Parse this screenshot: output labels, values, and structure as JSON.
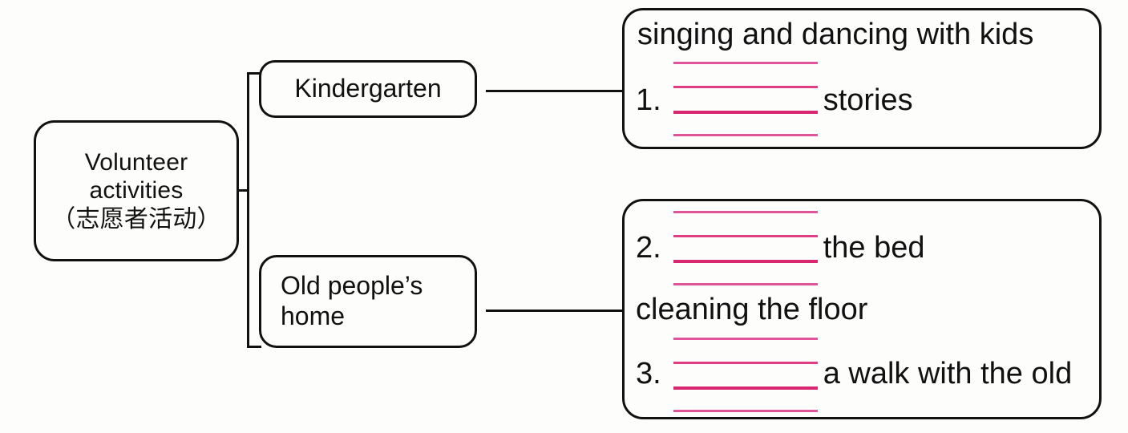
{
  "diagram": {
    "title": "Volunteer activities mind map with fill-in-the-blank answer panels",
    "accent_pink": "#d8286f",
    "ink_black": "#111111",
    "background": "#fdfdfc"
  },
  "root": {
    "label": "Volunteer\nactivities\n（志愿者活动）"
  },
  "branches": [
    {
      "id": "kindergarten",
      "label": "Kindergarten"
    },
    {
      "id": "old-peoples-home",
      "label": "Old people’s\nhome"
    }
  ],
  "panels": [
    {
      "id": "kindergarten-answers",
      "heading": "singing and dancing with kids",
      "rows": [
        {
          "number": "1.",
          "blank": "",
          "tail": "stories"
        }
      ]
    },
    {
      "id": "old-peoples-home-answers",
      "rows": [
        {
          "number": "2.",
          "blank": "",
          "tail": "the bed"
        }
      ],
      "middle_text": "cleaning the floor",
      "rows_lower": [
        {
          "number": "3.",
          "blank": "",
          "tail": "a walk with the old"
        }
      ]
    }
  ]
}
